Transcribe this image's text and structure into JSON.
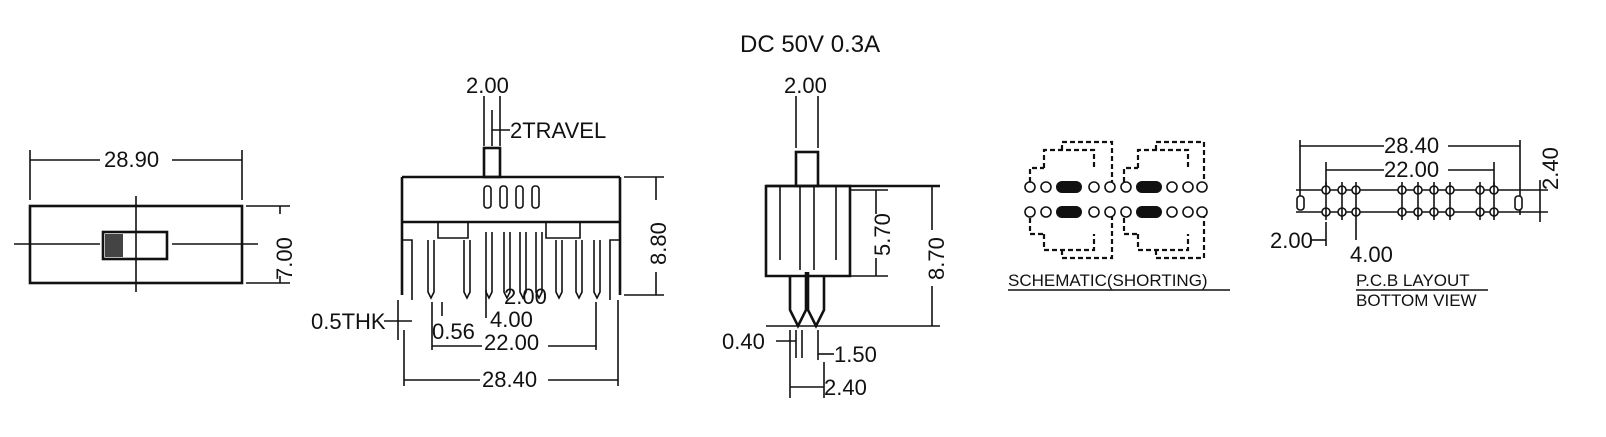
{
  "rating": "DC  50V  0.3A",
  "top_view": {
    "width": "28.90",
    "height": "7.00"
  },
  "front_view": {
    "actuator_width": "2.00",
    "travel": "2TRAVEL",
    "height": "8.80",
    "pin_pitch": "2.00",
    "pin_width": "0.56",
    "pin_span_4": "4.00",
    "pin_span": "22.00",
    "total_width": "28.40",
    "thickness": "0.5THK"
  },
  "side_view": {
    "actuator_width": "2.00",
    "body_height": "5.70",
    "total_height": "8.70",
    "pin_thickness": "0.40",
    "pin_width": "1.50",
    "row_spacing": "2.40"
  },
  "schematic": {
    "caption": "SCHEMATIC(SHORTING)"
  },
  "pcb_layout": {
    "total_width": "28.40",
    "pin_span": "22.00",
    "row_spacing": "2.40",
    "pin_pitch": "2.00",
    "pin_span_4": "4.00",
    "caption_line1": "P.C.B LAYOUT",
    "caption_line2": "BOTTOM VIEW"
  }
}
